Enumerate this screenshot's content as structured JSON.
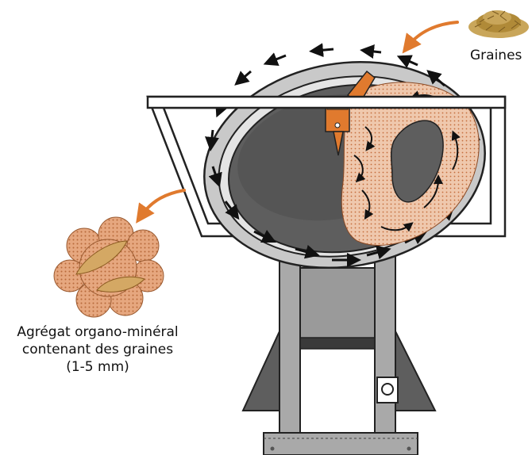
{
  "labels": {
    "seeds": "Graines",
    "aggregate_line1": "Agrégat organo-minéral",
    "aggregate_line2": "contenant des graines",
    "aggregate_line3": "(1-5 mm)"
  },
  "colors": {
    "accent_orange": "#e07a2e",
    "drum_dark": "#5e5e5e",
    "frame_gray": "#a9a9a9",
    "aggregate_fill": "#e8b08e",
    "seed_gold": "#b08a38"
  }
}
